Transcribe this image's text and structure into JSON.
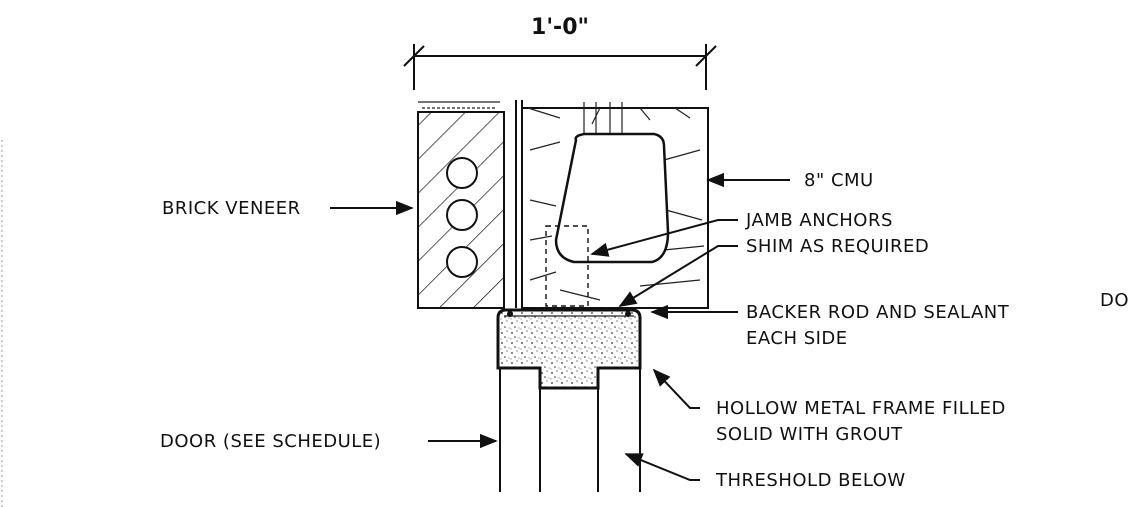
{
  "dimension": {
    "width_label": "1'-0\""
  },
  "labels": {
    "cmu": "8\" CMU",
    "jamb_anchors": "JAMB ANCHORS",
    "shim": "SHIM AS REQUIRED",
    "backer_rod_1": "BACKER ROD AND SEALANT",
    "backer_rod_2": "EACH SIDE",
    "frame_1": "HOLLOW METAL FRAME FILLED",
    "frame_2": "SOLID WITH GROUT",
    "threshold": "THRESHOLD BELOW",
    "brick_veneer": "BRICK VENEER",
    "door": "DOOR (SEE SCHEDULE)",
    "edge_text": "DO"
  }
}
